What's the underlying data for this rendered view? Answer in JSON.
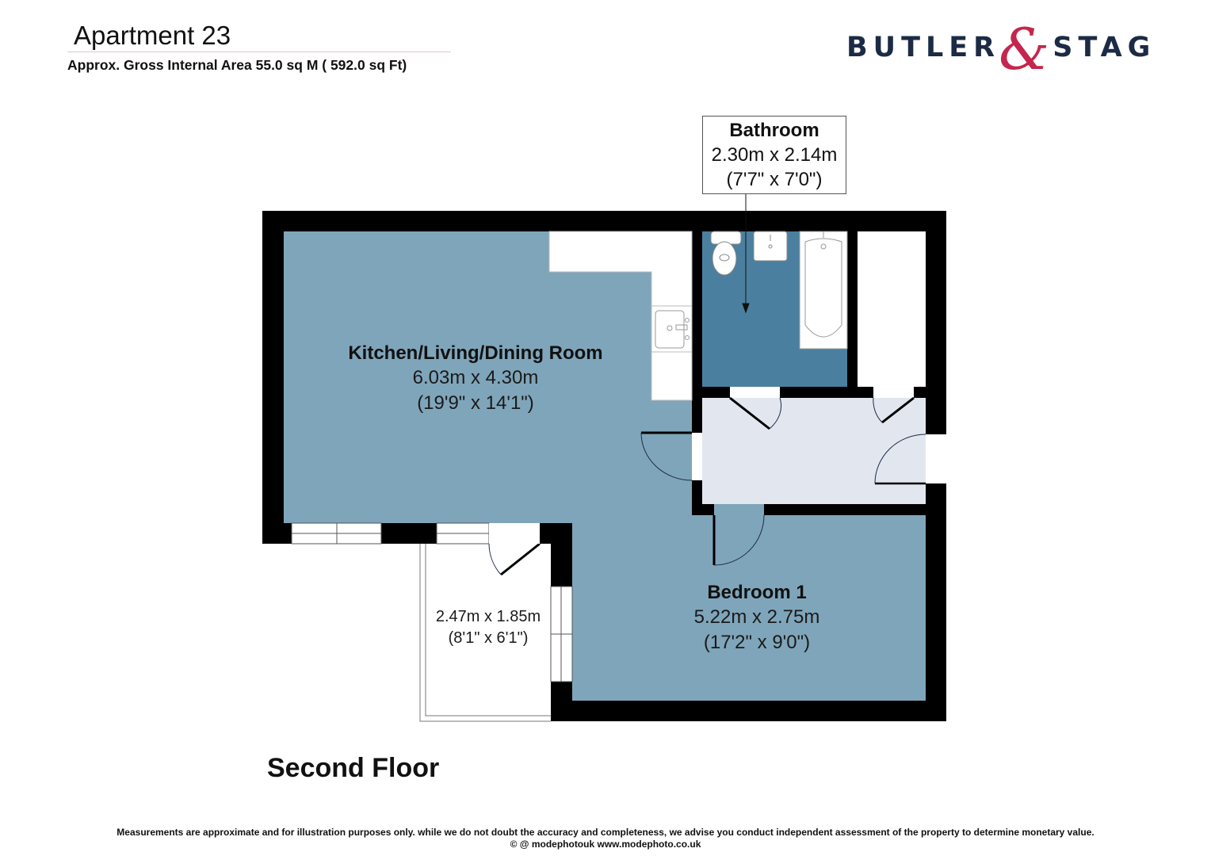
{
  "header": {
    "title": "Apartment 23",
    "subtitle": "Approx. Gross Internal Area 55.0 sq M ( 592.0 sq Ft)"
  },
  "logo": {
    "left_word": "BUTLER",
    "ampersand": "&",
    "right_word": "STAG",
    "colors": {
      "text": "#1c2b45",
      "ampersand": "#c4264e"
    }
  },
  "rooms": {
    "kitchen": {
      "name": "Kitchen/Living/Dining Room",
      "metric": "6.03m x 4.30m",
      "imperial": "(19'9\" x 14'1\")"
    },
    "bathroom": {
      "name": "Bathroom",
      "metric": "2.30m x 2.14m",
      "imperial": "(7'7\" x 7'0\")"
    },
    "bedroom": {
      "name": "Bedroom 1",
      "metric": "5.22m x 2.75m",
      "imperial": "(17'2\" x 9'0\")"
    },
    "balcony": {
      "metric": "2.47m x 1.85m",
      "imperial": "(8'1\" x 6'1\")"
    }
  },
  "floor_label": "Second Floor",
  "colors": {
    "room_fill": "#7fa5ba",
    "bathroom_fill": "#4a7f9f",
    "hall_fill": "#e2e7ef",
    "wall": "#000000"
  },
  "footer": {
    "disclaimer": "Measurements are approximate and for illustration purposes only. while we do not doubt the accuracy and completeness, we advise you conduct independent assessment of the property to determine monetary value.",
    "credit": "© @ modephotouk www.modephoto.co.uk"
  }
}
